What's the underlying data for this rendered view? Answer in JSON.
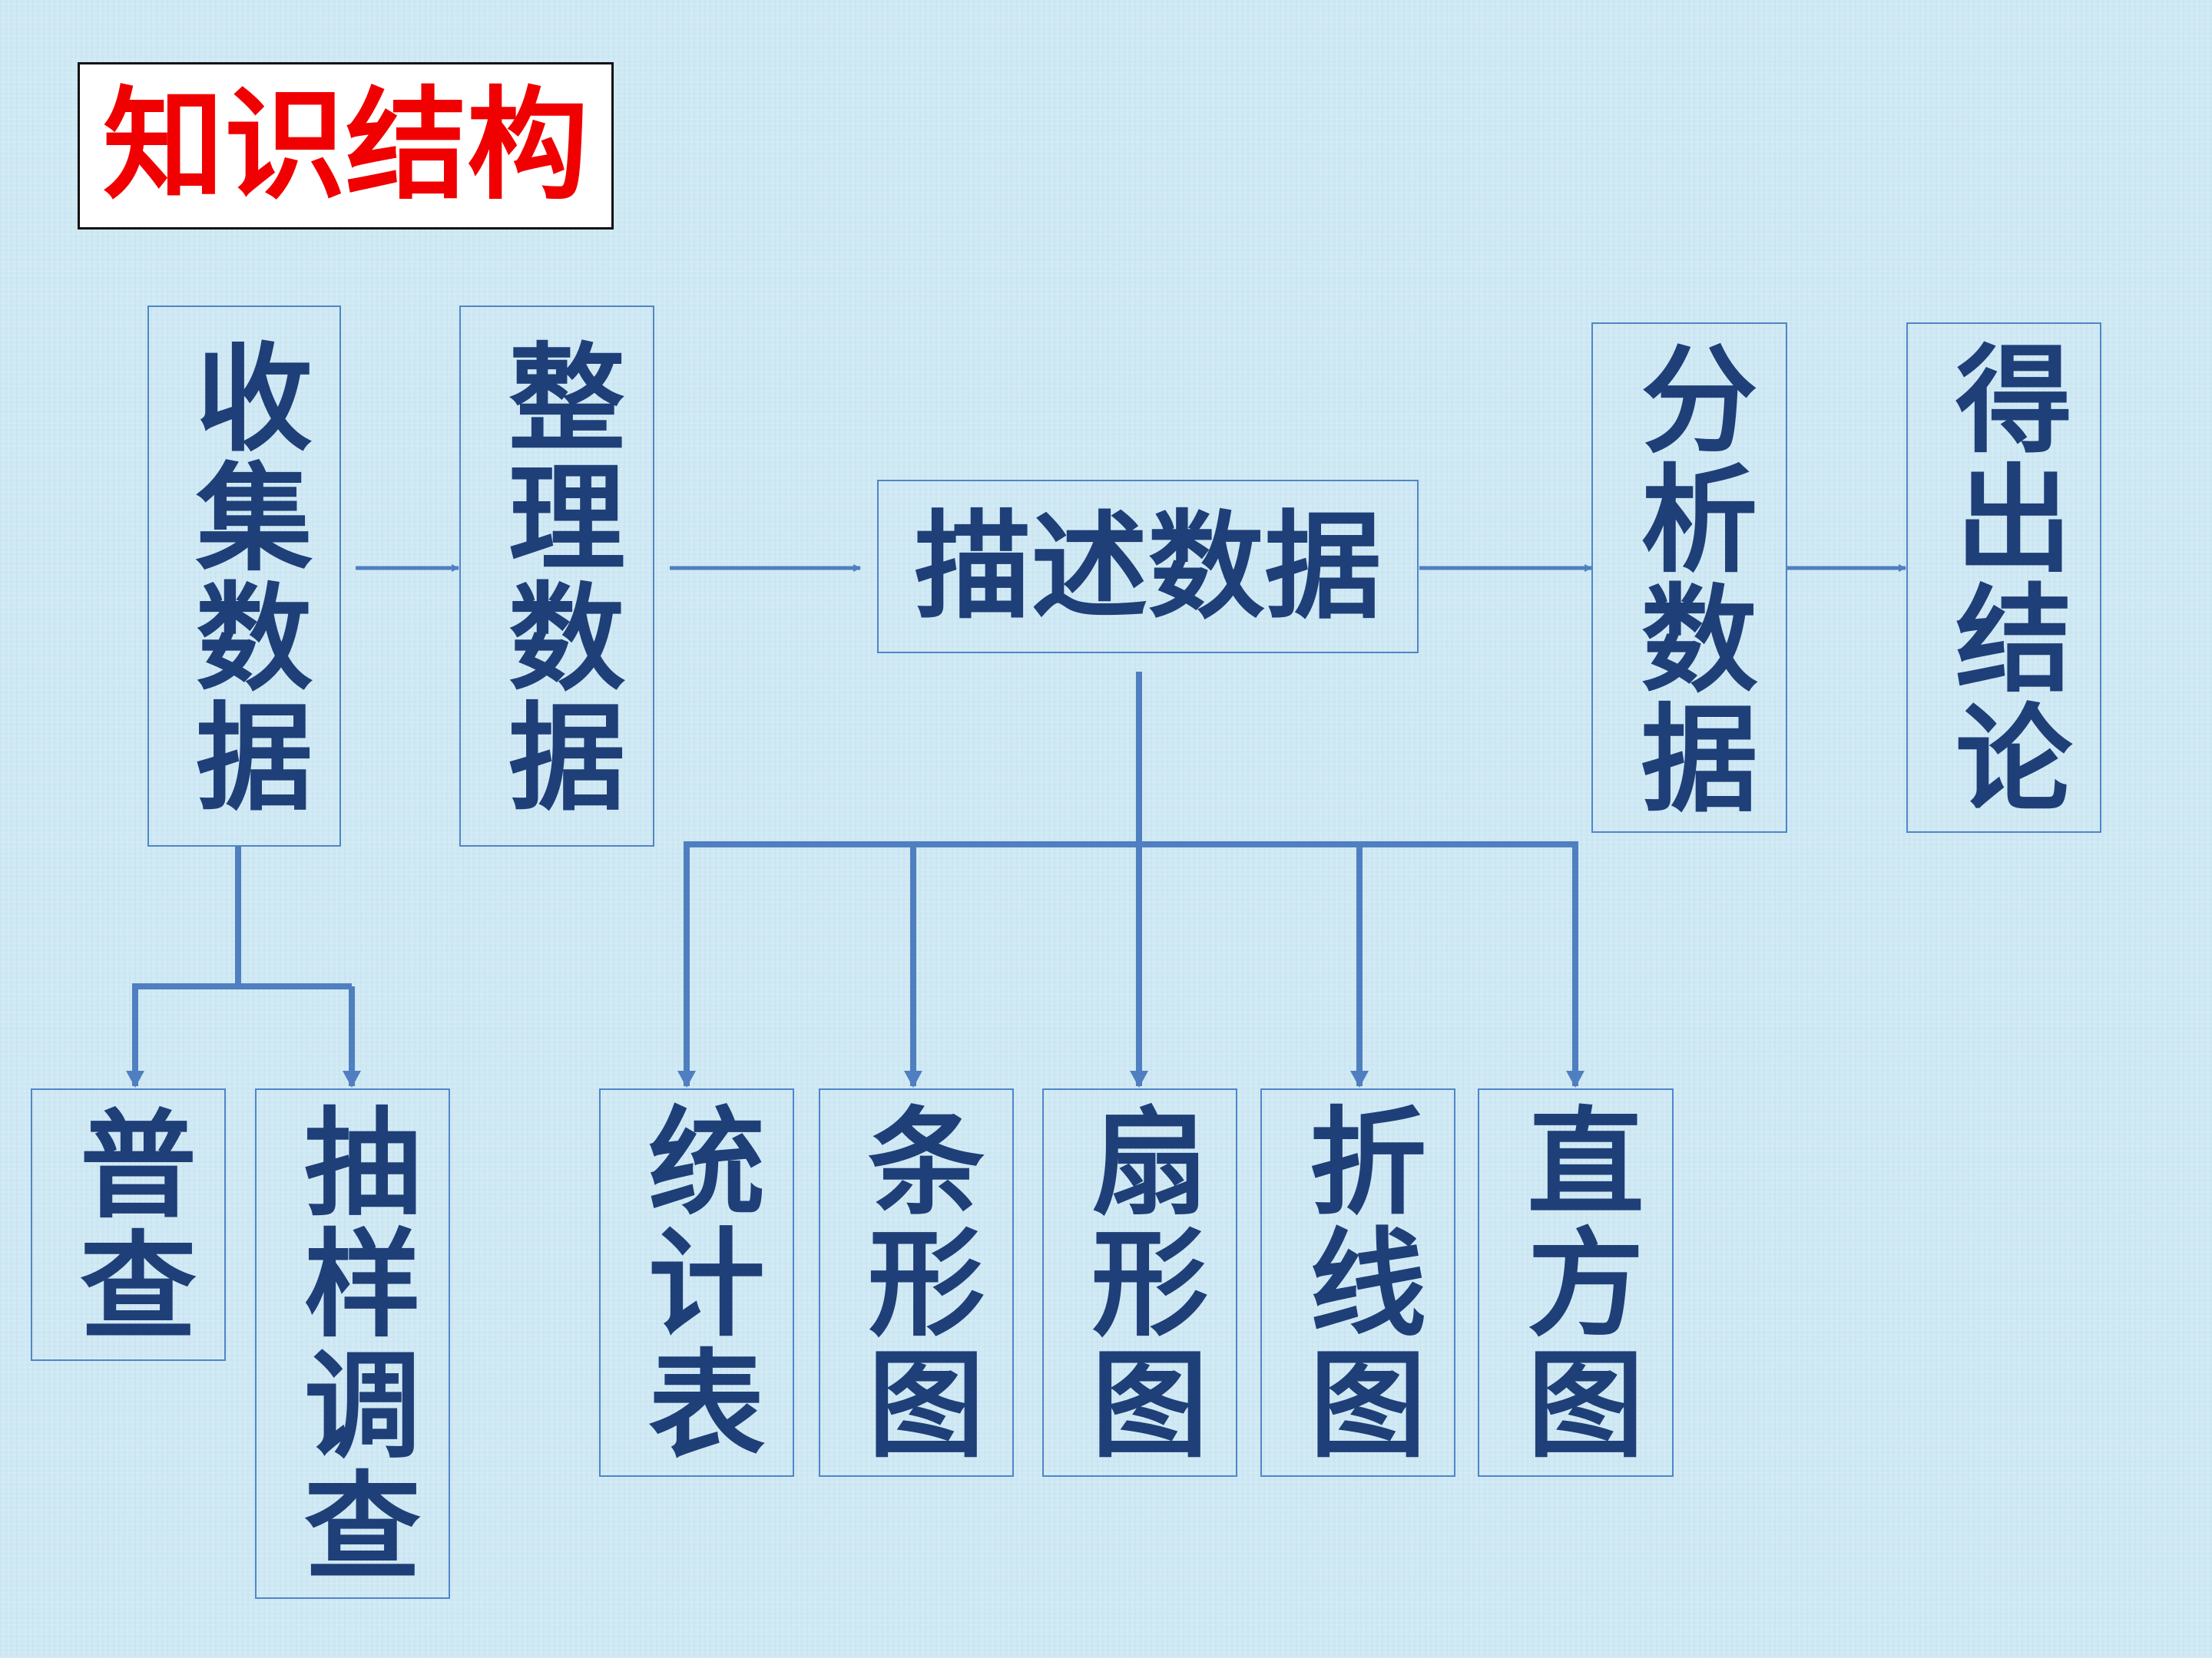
{
  "title": "知识结构",
  "colors": {
    "title_text": "#f00000",
    "node_text": "#1f3f78",
    "node_border": "#4f86c8",
    "connector": "#4f7fc0"
  },
  "nodes": {
    "collect": "收集数据",
    "organize": "整理数据",
    "describe": "描述数据",
    "analyze": "分析数据",
    "conclude": "得出结论",
    "census": "普查",
    "sampling": "抽样调查",
    "stat_table": "统计表",
    "bar_chart": "条形图",
    "pie_chart": "扇形图",
    "line_chart": "折线图",
    "histogram": "直方图"
  }
}
